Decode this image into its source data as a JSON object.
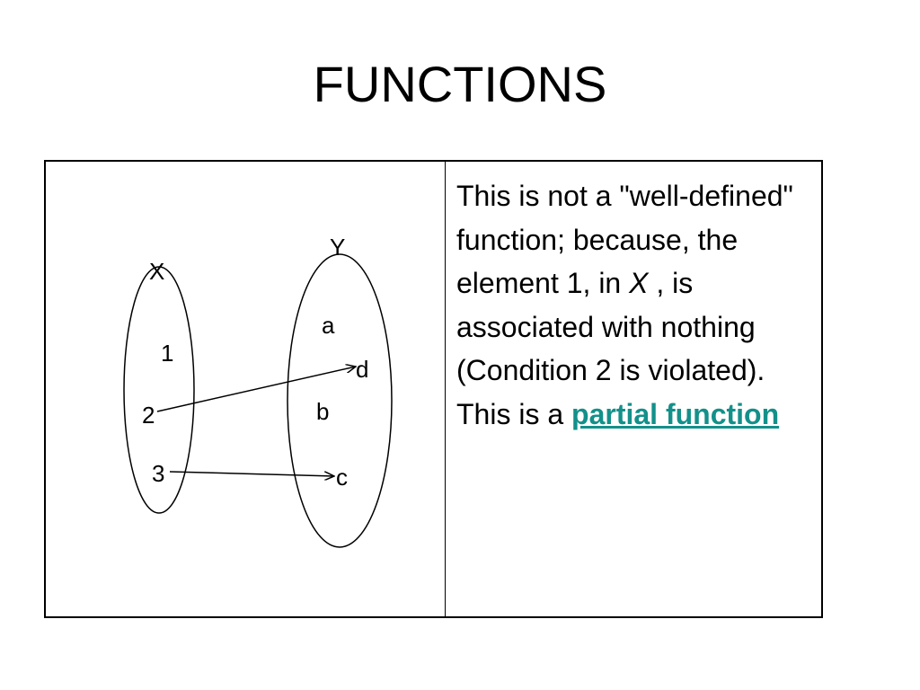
{
  "slide": {
    "title": "FUNCTIONS"
  },
  "diagram": {
    "set_x": {
      "label": "X",
      "elements": [
        "1",
        "2",
        "3"
      ]
    },
    "set_y": {
      "label": "Y",
      "elements": [
        "a",
        "d",
        "b",
        "c"
      ]
    },
    "mappings": [
      {
        "from": "2",
        "to": "d"
      },
      {
        "from": "3",
        "to": "c"
      }
    ]
  },
  "explanation": {
    "part1": "This is not a \"well-defined\" function; because, the element 1, in ",
    "variable": "X",
    "part2": " , is associated with nothing (Condition 2 is violated). This is a ",
    "link_text": "partial function"
  }
}
